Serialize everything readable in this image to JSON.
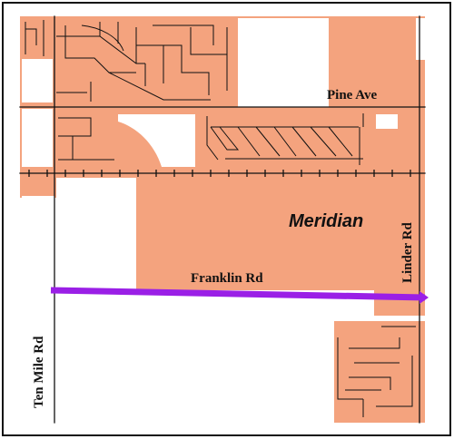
{
  "map": {
    "place_label": "Meridian",
    "roads": {
      "pine": "Pine Ave",
      "franklin": "Franklin Rd",
      "linder": "Linder Rd",
      "ten_mile": "Ten Mile Rd"
    },
    "colors": {
      "developed": "#f4a37e",
      "undeveloped": "#ffffff",
      "highlight_route": "#9a1fe6",
      "roads": "#111111"
    },
    "highlighted_road": "Franklin Rd"
  }
}
